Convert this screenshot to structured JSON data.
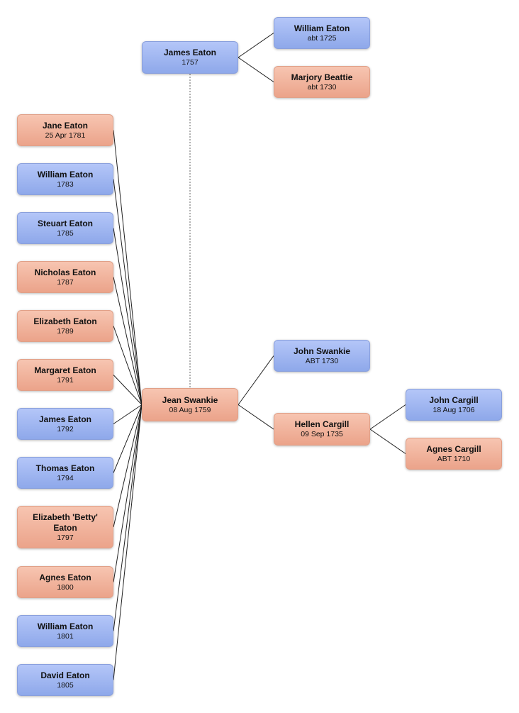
{
  "colors": {
    "male": "#9db3f0",
    "female": "#f0b29b",
    "line": "#222222"
  },
  "people": [
    {
      "id": "james-eaton-1757",
      "name": "James Eaton",
      "date": "1757",
      "sex": "male"
    },
    {
      "id": "william-eaton-1725",
      "name": "William Eaton",
      "date": "abt 1725",
      "sex": "male"
    },
    {
      "id": "marjory-beattie",
      "name": "Marjory Beattie",
      "date": "abt 1730",
      "sex": "female"
    },
    {
      "id": "jean-swankie",
      "name": "Jean Swankie",
      "date": "08 Aug 1759",
      "sex": "female"
    },
    {
      "id": "john-swankie",
      "name": "John Swankie",
      "date": "ABT 1730",
      "sex": "male"
    },
    {
      "id": "hellen-cargill",
      "name": "Hellen Cargill",
      "date": "09 Sep 1735",
      "sex": "female"
    },
    {
      "id": "john-cargill",
      "name": "John Cargill",
      "date": "18 Aug 1706",
      "sex": "male"
    },
    {
      "id": "agnes-cargill",
      "name": "Agnes Cargill",
      "date": "ABT 1710",
      "sex": "female"
    },
    {
      "id": "jane-eaton",
      "name": "Jane Eaton",
      "date": "25 Apr 1781",
      "sex": "female"
    },
    {
      "id": "william-eaton-1783",
      "name": "William Eaton",
      "date": "1783",
      "sex": "male"
    },
    {
      "id": "steuart-eaton",
      "name": "Steuart Eaton",
      "date": "1785",
      "sex": "male"
    },
    {
      "id": "nicholas-eaton",
      "name": "Nicholas Eaton",
      "date": "1787",
      "sex": "female"
    },
    {
      "id": "elizabeth-eaton",
      "name": "Elizabeth Eaton",
      "date": "1789",
      "sex": "female"
    },
    {
      "id": "margaret-eaton",
      "name": "Margaret Eaton",
      "date": "1791",
      "sex": "female"
    },
    {
      "id": "james-eaton-1792",
      "name": "James Eaton",
      "date": "1792",
      "sex": "male"
    },
    {
      "id": "thomas-eaton",
      "name": "Thomas Eaton",
      "date": "1794",
      "sex": "male"
    },
    {
      "id": "elizabeth-betty-eaton",
      "name": "Elizabeth 'Betty' Eaton",
      "date": "1797",
      "sex": "female"
    },
    {
      "id": "agnes-eaton",
      "name": "Agnes Eaton",
      "date": "1800",
      "sex": "female"
    },
    {
      "id": "william-eaton-1801",
      "name": "William Eaton",
      "date": "1801",
      "sex": "male"
    },
    {
      "id": "david-eaton",
      "name": "David Eaton",
      "date": "1805",
      "sex": "male"
    }
  ],
  "parent_links": [
    {
      "child": "james-eaton-1757",
      "parent": "william-eaton-1725"
    },
    {
      "child": "james-eaton-1757",
      "parent": "marjory-beattie"
    },
    {
      "child": "jean-swankie",
      "parent": "john-swankie"
    },
    {
      "child": "jean-swankie",
      "parent": "hellen-cargill"
    },
    {
      "child": "hellen-cargill",
      "parent": "john-cargill"
    },
    {
      "child": "hellen-cargill",
      "parent": "agnes-cargill"
    }
  ],
  "spouse_links": [
    {
      "a": "james-eaton-1757",
      "b": "jean-swankie"
    }
  ],
  "children_of": {
    "parent": "jean-swankie",
    "children": [
      "jane-eaton",
      "william-eaton-1783",
      "steuart-eaton",
      "nicholas-eaton",
      "elizabeth-eaton",
      "margaret-eaton",
      "james-eaton-1792",
      "thomas-eaton",
      "elizabeth-betty-eaton",
      "agnes-eaton",
      "william-eaton-1801",
      "david-eaton"
    ]
  }
}
